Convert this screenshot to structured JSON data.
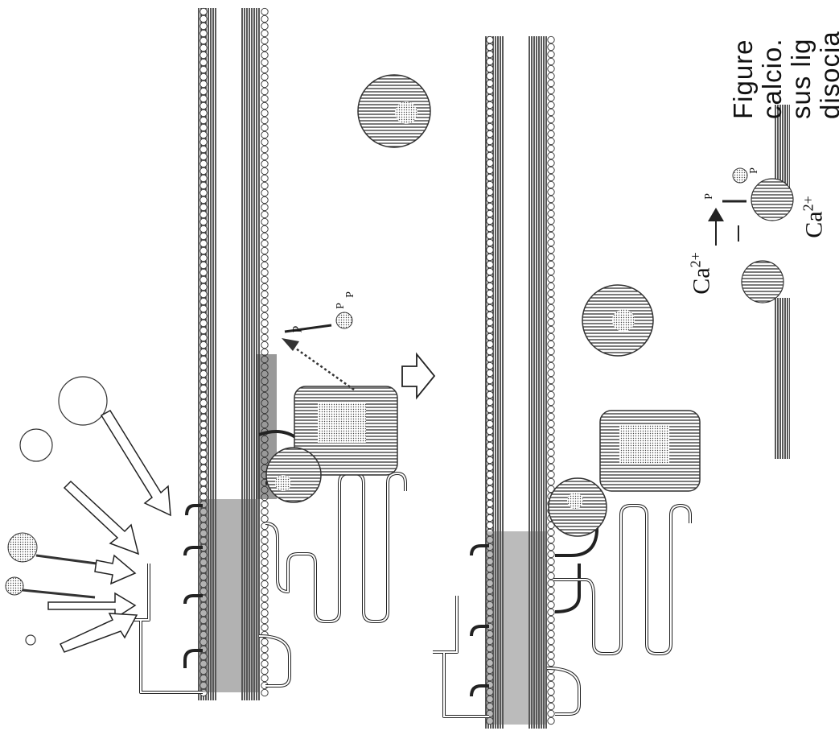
{
  "caption": {
    "lines": [
      "Figure",
      "calcio.",
      "sus lig",
      "disocia"
    ]
  },
  "labels": {
    "ca_upper": "Ca",
    "ca_upper_sup": "2+",
    "ca_lower": "Ca",
    "ca_lower_sup": "2+",
    "p_labels": [
      "P",
      "P",
      "P",
      "P",
      "P"
    ]
  }
}
